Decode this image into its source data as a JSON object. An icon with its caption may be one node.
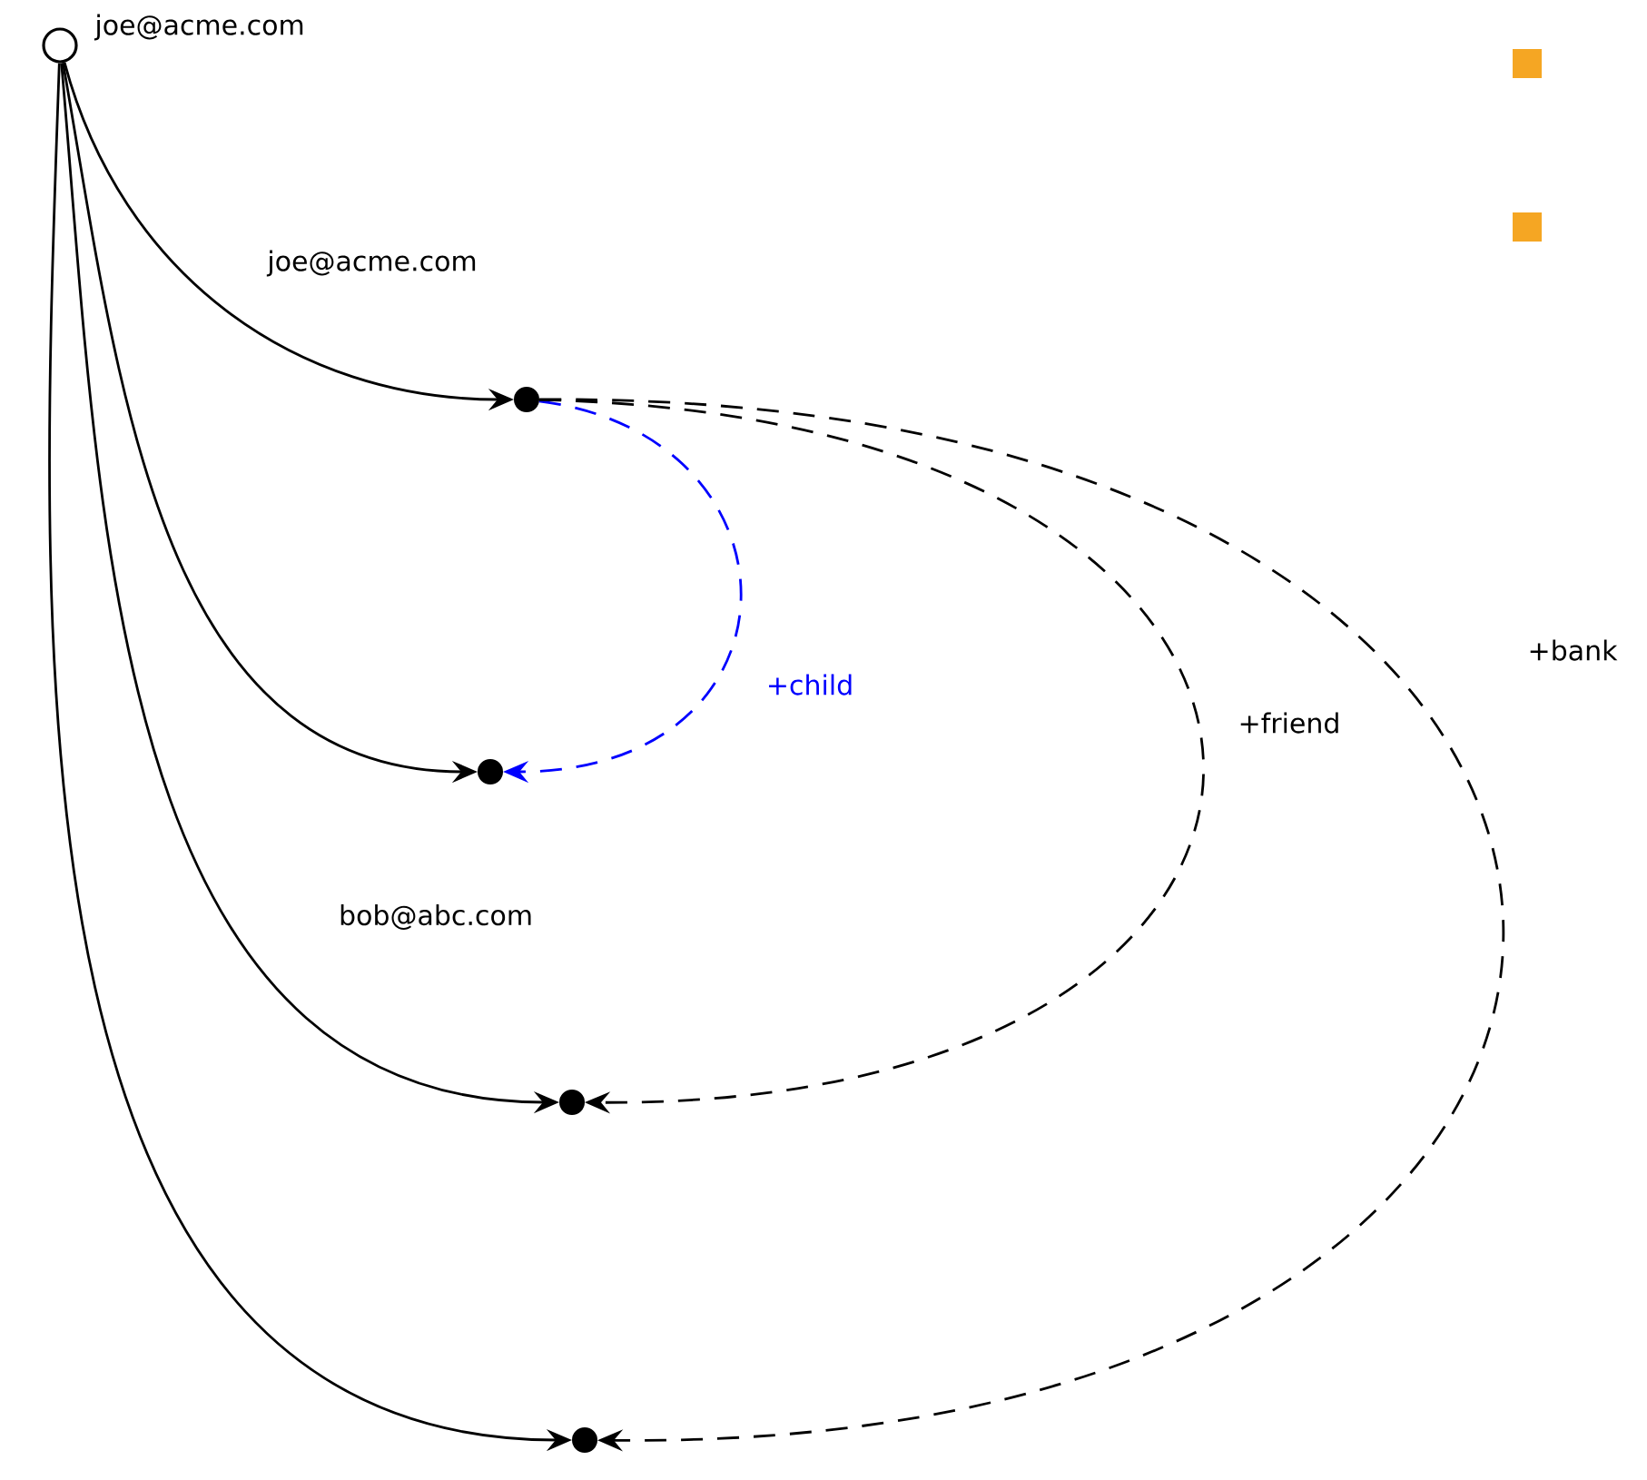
{
  "diagram": {
    "nodes": [
      {
        "text": [],
        "shape": "circle",
        "beside": [
          "joe@acme.com"
        ]
      },
      {
        "text": [],
        "shape": "circle"
      },
      {
        "text": [],
        "shape": "circle"
      },
      {
        "text": [],
        "shape": "circle"
      },
      {
        "text": [],
        "shape": "circle"
      }
    ],
    "edges": [
      {
        "from": 0,
        "to": 1,
        "arrow": "to",
        "label": "joe@acme.com"
      },
      {
        "from": 0,
        "to": 2,
        "arrow": "to"
      },
      {
        "from": 0,
        "to": 3,
        "arrow": "to",
        "label": "bob@abc.com"
      },
      {
        "from": 0,
        "to": 4,
        "arrow": "to"
      },
      {
        "from": 1,
        "to": 2,
        "arrow": "to",
        "label": "+child",
        "style": "dashed",
        "color": "#0000ff"
      },
      {
        "from": 1,
        "to": 3,
        "arrow": "to",
        "label": "+friend",
        "style": "dashed"
      },
      {
        "from": 1,
        "to": 4,
        "arrow": "to",
        "label": "+bank",
        "style": "dashed"
      }
    ]
  }
}
